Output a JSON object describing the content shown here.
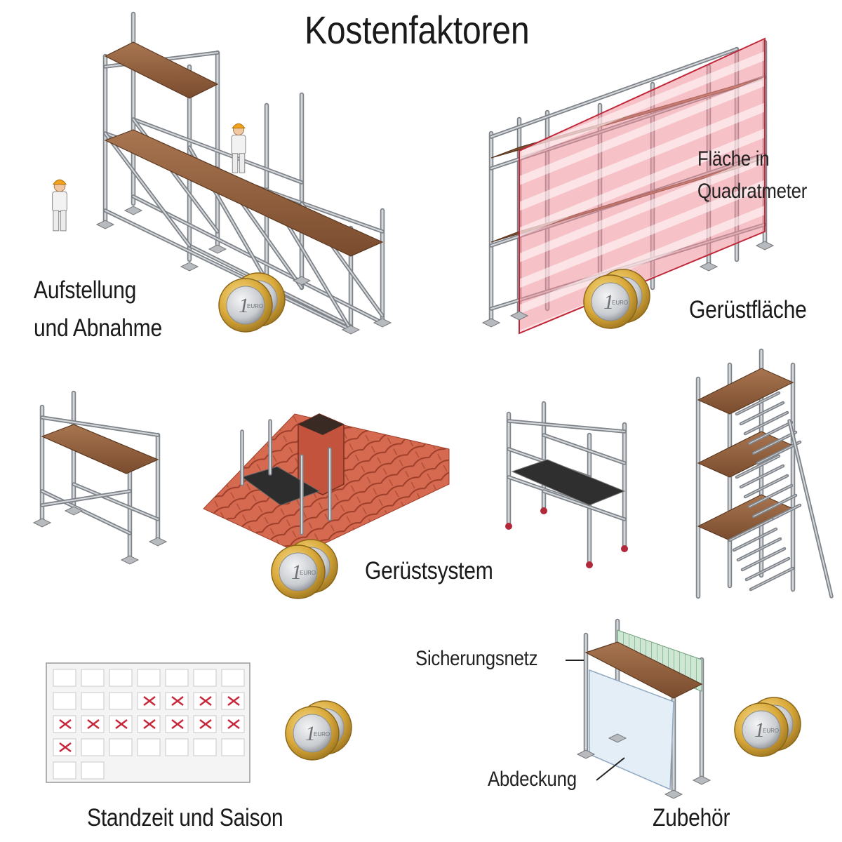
{
  "title": "Kostenfaktoren",
  "labels": {
    "aufstellung_line1": "Aufstellung",
    "aufstellung_line2": "und Abnahme",
    "flaeche_line1": "Fläche in",
    "flaeche_line2": "Quadratmeter",
    "geruestflaeche": "Gerüstfläche",
    "geruestsystem": "Gerüstsystem",
    "standzeit": "Standzeit und Saison",
    "sicherungsnetz": "Sicherungsnetz",
    "abdeckung": "Abdeckung",
    "zubehoer": "Zubehör"
  },
  "coin": {
    "value_text": "1",
    "currency_text": "EURO"
  },
  "calendar": {
    "rows": [
      [
        false,
        false,
        false,
        false,
        false,
        false,
        false
      ],
      [
        false,
        false,
        false,
        true,
        true,
        true,
        true
      ],
      [
        true,
        true,
        true,
        true,
        true,
        true,
        true
      ],
      [
        true,
        false,
        false,
        false,
        false,
        false,
        false
      ],
      [
        false,
        false
      ]
    ]
  },
  "colors": {
    "steel": "#9a9ea3",
    "plank": "#8a5a38",
    "net_red": "#e8707f",
    "tile": "#d56a50",
    "coin_gold": "#d9a93a",
    "coin_silver": "#c9ccd0",
    "cross": "#c8283a"
  }
}
